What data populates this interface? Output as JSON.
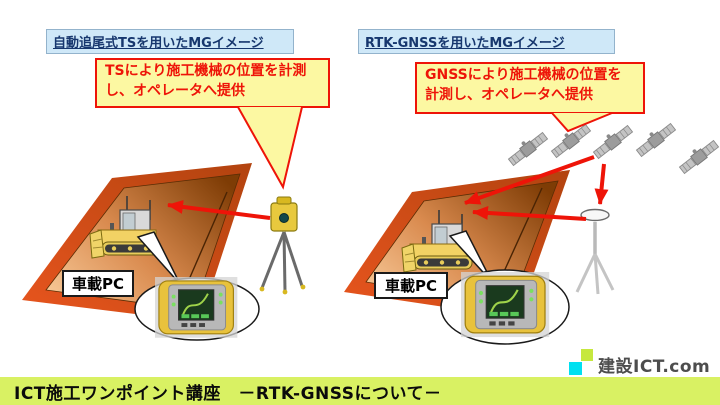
{
  "panels": [
    {
      "header": "自動追尾式TSを用いたMGイメージ",
      "bubble": [
        "TSにより施工機械の位置を計測",
        "し、オペレータへ提供"
      ],
      "pc_label": "車載PC",
      "instrument": "total-station"
    },
    {
      "header": "RTK-GNSSを用いたMGイメージ",
      "bubble": [
        "GNSSにより施工機械の位置を",
        "計測し、オペレータへ提供"
      ],
      "pc_label": "車載PC",
      "instrument": "gnss-rover",
      "satellite_count": 5
    }
  ],
  "footer": {
    "title": "ICT施工ワンポイント講座　－RTK-GNSSについて－"
  },
  "logo": {
    "text": "建設ICT.com"
  },
  "colors": {
    "header_bg": "#cfe8f8",
    "header_text": "#17376e",
    "bubble_bg": "#fcf8a2",
    "accent_red": "#ee1408",
    "footer_bg": "#d9f163",
    "logo_green": "#c6e83e",
    "logo_cyan": "#00e0f0",
    "embankment_light": "#f6c694",
    "embankment_dark": "#7e3c05",
    "band_orange": "#c94f1d"
  }
}
